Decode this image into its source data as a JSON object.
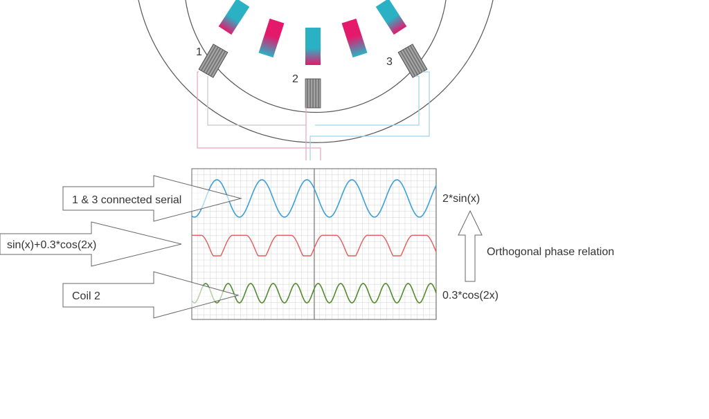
{
  "coils": [
    {
      "label": "1"
    },
    {
      "label": "2"
    },
    {
      "label": "3"
    }
  ],
  "callouts": [
    {
      "label": "1 & 3 connected serial"
    },
    {
      "label": "sin(x)+0.3*cos(2x)"
    },
    {
      "label": "Coil 2"
    }
  ],
  "waves": [
    {
      "label": "2*sin(x)",
      "color": "#3a9fd8"
    },
    {
      "label": "",
      "color": "#e45a5a"
    },
    {
      "label": "0.3*cos(2x)",
      "color": "#4f8a2c"
    }
  ],
  "phase_note": {
    "label": "Orthogonal phase relation"
  },
  "colors": {
    "magnet_pink": "#e5196c",
    "magnet_cyan": "#2ab2c4",
    "coil_gray": "#8a8a8a",
    "wire_pink": "#e7a3c0",
    "wire_blue": "#9fd0ee",
    "grid": "#d9d9d9"
  }
}
